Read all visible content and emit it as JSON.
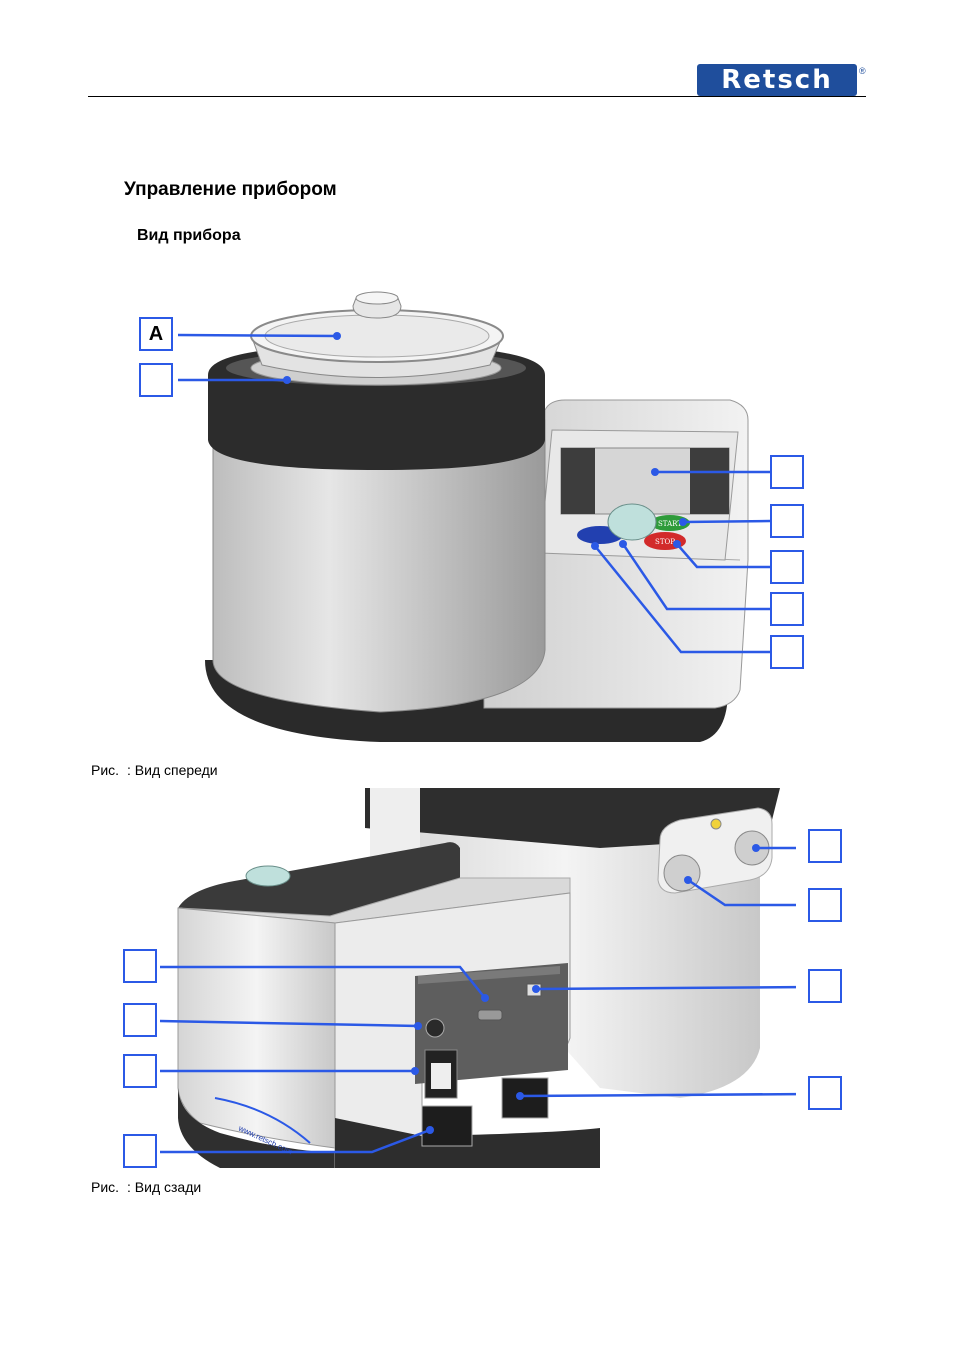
{
  "header": {
    "logo_text": "Retsch",
    "logo_mark": "®"
  },
  "section_title": "Управление прибором",
  "subsection_title": "Вид прибора",
  "figures": [
    {
      "caption_prefix": "Рис.",
      "caption_text": ": Вид спереди",
      "callouts": [
        "A",
        "",
        "",
        "",
        "",
        "",
        ""
      ]
    },
    {
      "caption_prefix": "Рис.",
      "caption_text": ": Вид сзади",
      "callouts": [
        "",
        "",
        "",
        "",
        "",
        "",
        "",
        "",
        ""
      ]
    }
  ],
  "device_labels": {
    "start": "START",
    "stop": "STOP",
    "rear_url": "www.retsch.com"
  },
  "colors": {
    "brand": "#1f4e9c",
    "callout_line": "#2b59e6",
    "start_button": "#2e9b3a",
    "stop_button": "#d22a2a",
    "secondary_button": "#2240b0"
  }
}
